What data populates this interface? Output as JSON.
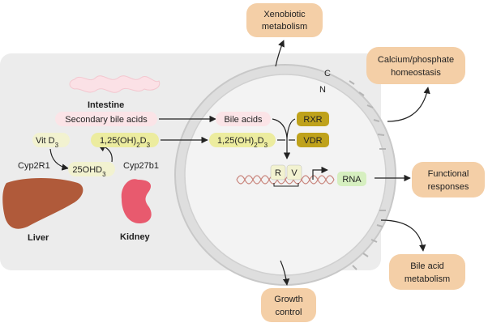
{
  "outputs": {
    "xenobiotic": [
      "Xenobiotic",
      "metabolism"
    ],
    "calcium": [
      "Calcium/phosphate",
      "homeostasis"
    ],
    "functional": [
      "Functional",
      "responses"
    ],
    "bile_met": [
      "Bile acid",
      "metabolism"
    ],
    "growth": [
      "Growth",
      "control"
    ]
  },
  "organs": {
    "intestine": "Intestine",
    "liver": "Liver",
    "kidney": "Kidney"
  },
  "molecules": {
    "secondary_bile_acids": "Secondary bile acids",
    "vit_d3": "Vit D",
    "vit_d3_sub": "3",
    "ohd3_prefix": "25OHD",
    "ohd3_sub": "3",
    "calcitriol_a": "1,25(OH)",
    "calcitriol_b": "D",
    "sub2": "2",
    "sub3": "3",
    "bile_acids": "Bile acids"
  },
  "enzymes": {
    "cyp2r1": "Cyp2R1",
    "cyp27b1": "Cyp27b1"
  },
  "nucleus": {
    "c_label": "C",
    "n_label": "N",
    "rxr": "RXR",
    "vdr": "VDR",
    "r": "R",
    "v": "V",
    "rna": "RNA"
  },
  "colors": {
    "output_box": "#f4cfa7",
    "yellow_box": "#ecec9f",
    "receptor_box": "#bfa21b",
    "pink_box": "#fbe4e7",
    "rna_box": "#d6efc0",
    "liver": "#b05a3a",
    "kidney": "#e85a6e",
    "panel": "#ededed"
  }
}
